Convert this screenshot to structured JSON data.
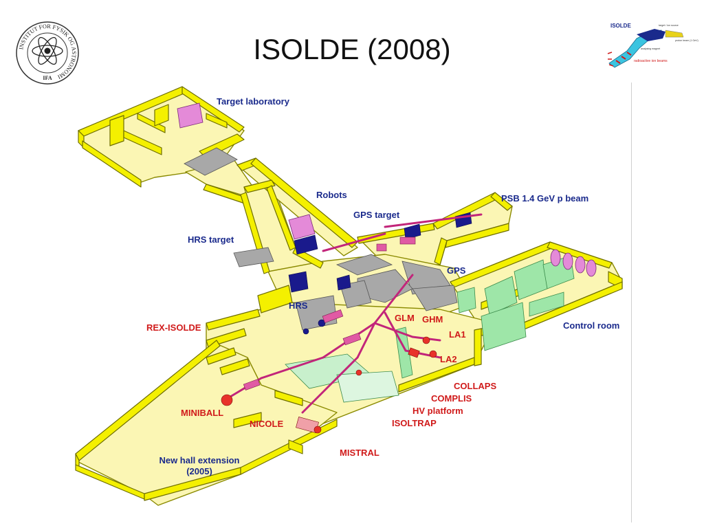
{
  "title": "ISOLDE (2008)",
  "logo": {
    "ring_text": "INSTITUT FOR FYSIK OG ASTRONOMI",
    "abbr": "IFA"
  },
  "inset": {
    "title": "ISOLDE",
    "labels": {
      "target_ion_source": "target / ion source",
      "proton_beam": "proton beam (1 GeV)",
      "analysing_magnet": "analysing magnet",
      "radioactive_ion_beams": "radioactive ion beams"
    }
  },
  "labels": {
    "target_laboratory": "Target laboratory",
    "robots": "Robots",
    "gps_target": "GPS target",
    "psb_beam": "PSB 1.4 GeV p beam",
    "hrs_target": "HRS target",
    "gps": "GPS",
    "hrs": "HRS",
    "rex_isolde": "REX-ISOLDE",
    "glm": "GLM",
    "ghm": "GHM",
    "la1": "LA1",
    "la2": "LA2",
    "control_room": "Control room",
    "collaps": "COLLAPS",
    "complis": "COMPLIS",
    "hv_platform": "HV platform",
    "isoltrap": "ISOLTRAP",
    "miniball": "MINIBALL",
    "nicole": "NICOLE",
    "mistral": "MISTRAL",
    "new_hall_line1": "New hall extension",
    "new_hall_line2": "(2005)"
  },
  "colors": {
    "wall": "#f4f000",
    "floor": "#fbf6b4",
    "outline": "#8a8a00",
    "magnet": "#1a1a8c",
    "beamline": "#c2257a",
    "equipment_gray": "#9a9a9a",
    "equipment_green": "#9ee6a8",
    "label_blue": "#1a2a8c",
    "label_red": "#d01a1a"
  }
}
